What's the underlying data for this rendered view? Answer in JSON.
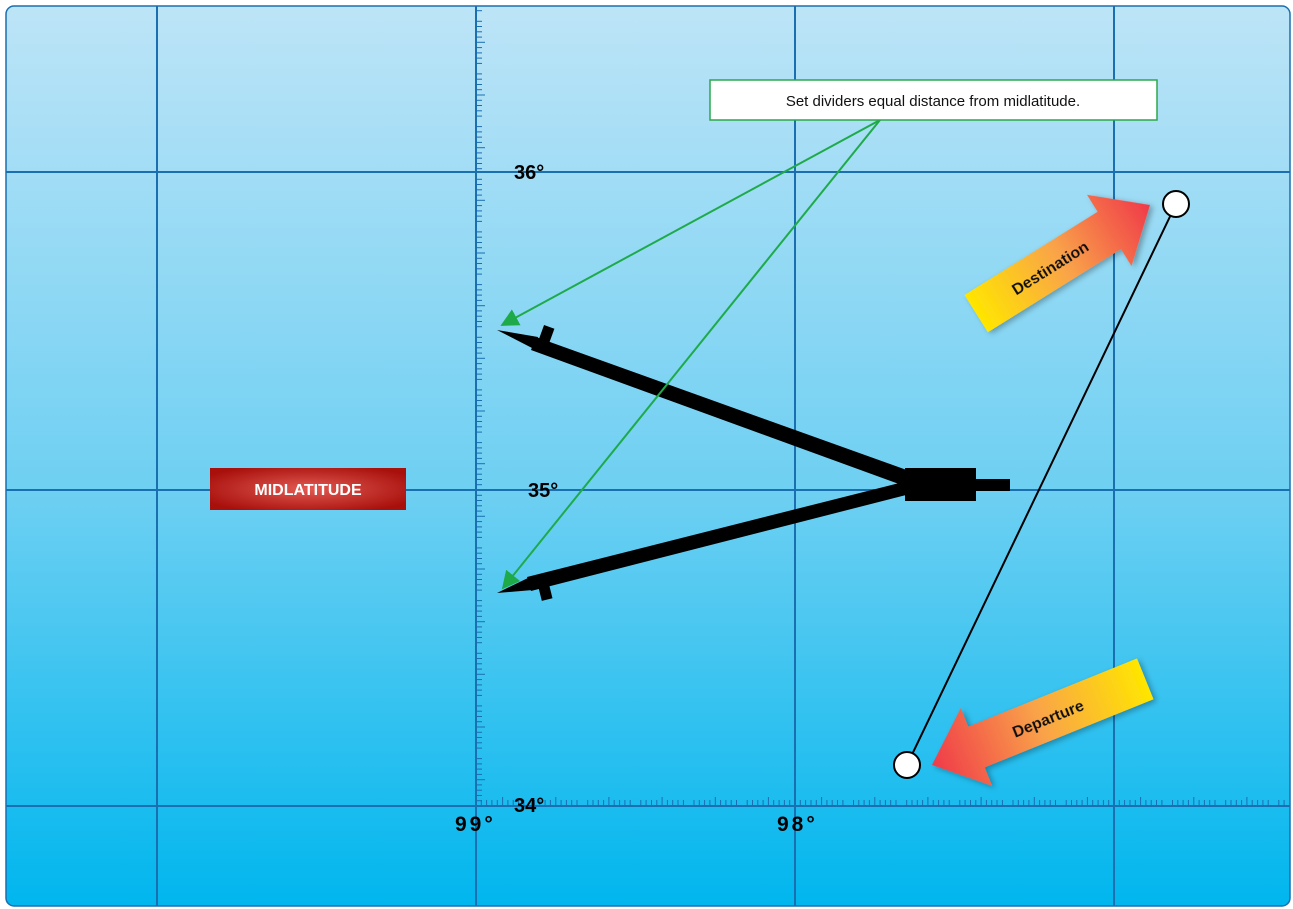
{
  "labels": {
    "lat_top": "36°",
    "lat_mid": "35°",
    "lat_bottom": "34°",
    "lon_left": "99°",
    "lon_right": "98°"
  },
  "callout": {
    "text": "Set dividers equal distance from midlatitude."
  },
  "badge": {
    "text": "MIDLATITUDE"
  },
  "arrows": {
    "destination": "Destination",
    "departure": "Departure"
  },
  "colors": {
    "sky_top": "#bde4f7",
    "sky_bottom": "#00b6ee",
    "grid": "#1a6fb0",
    "badge": "#b3130f",
    "callout_border": "#2aa84a",
    "leader": "#1faa4a",
    "arrow_hot": "#f03a4a",
    "arrow_warm": "#ffe600"
  }
}
